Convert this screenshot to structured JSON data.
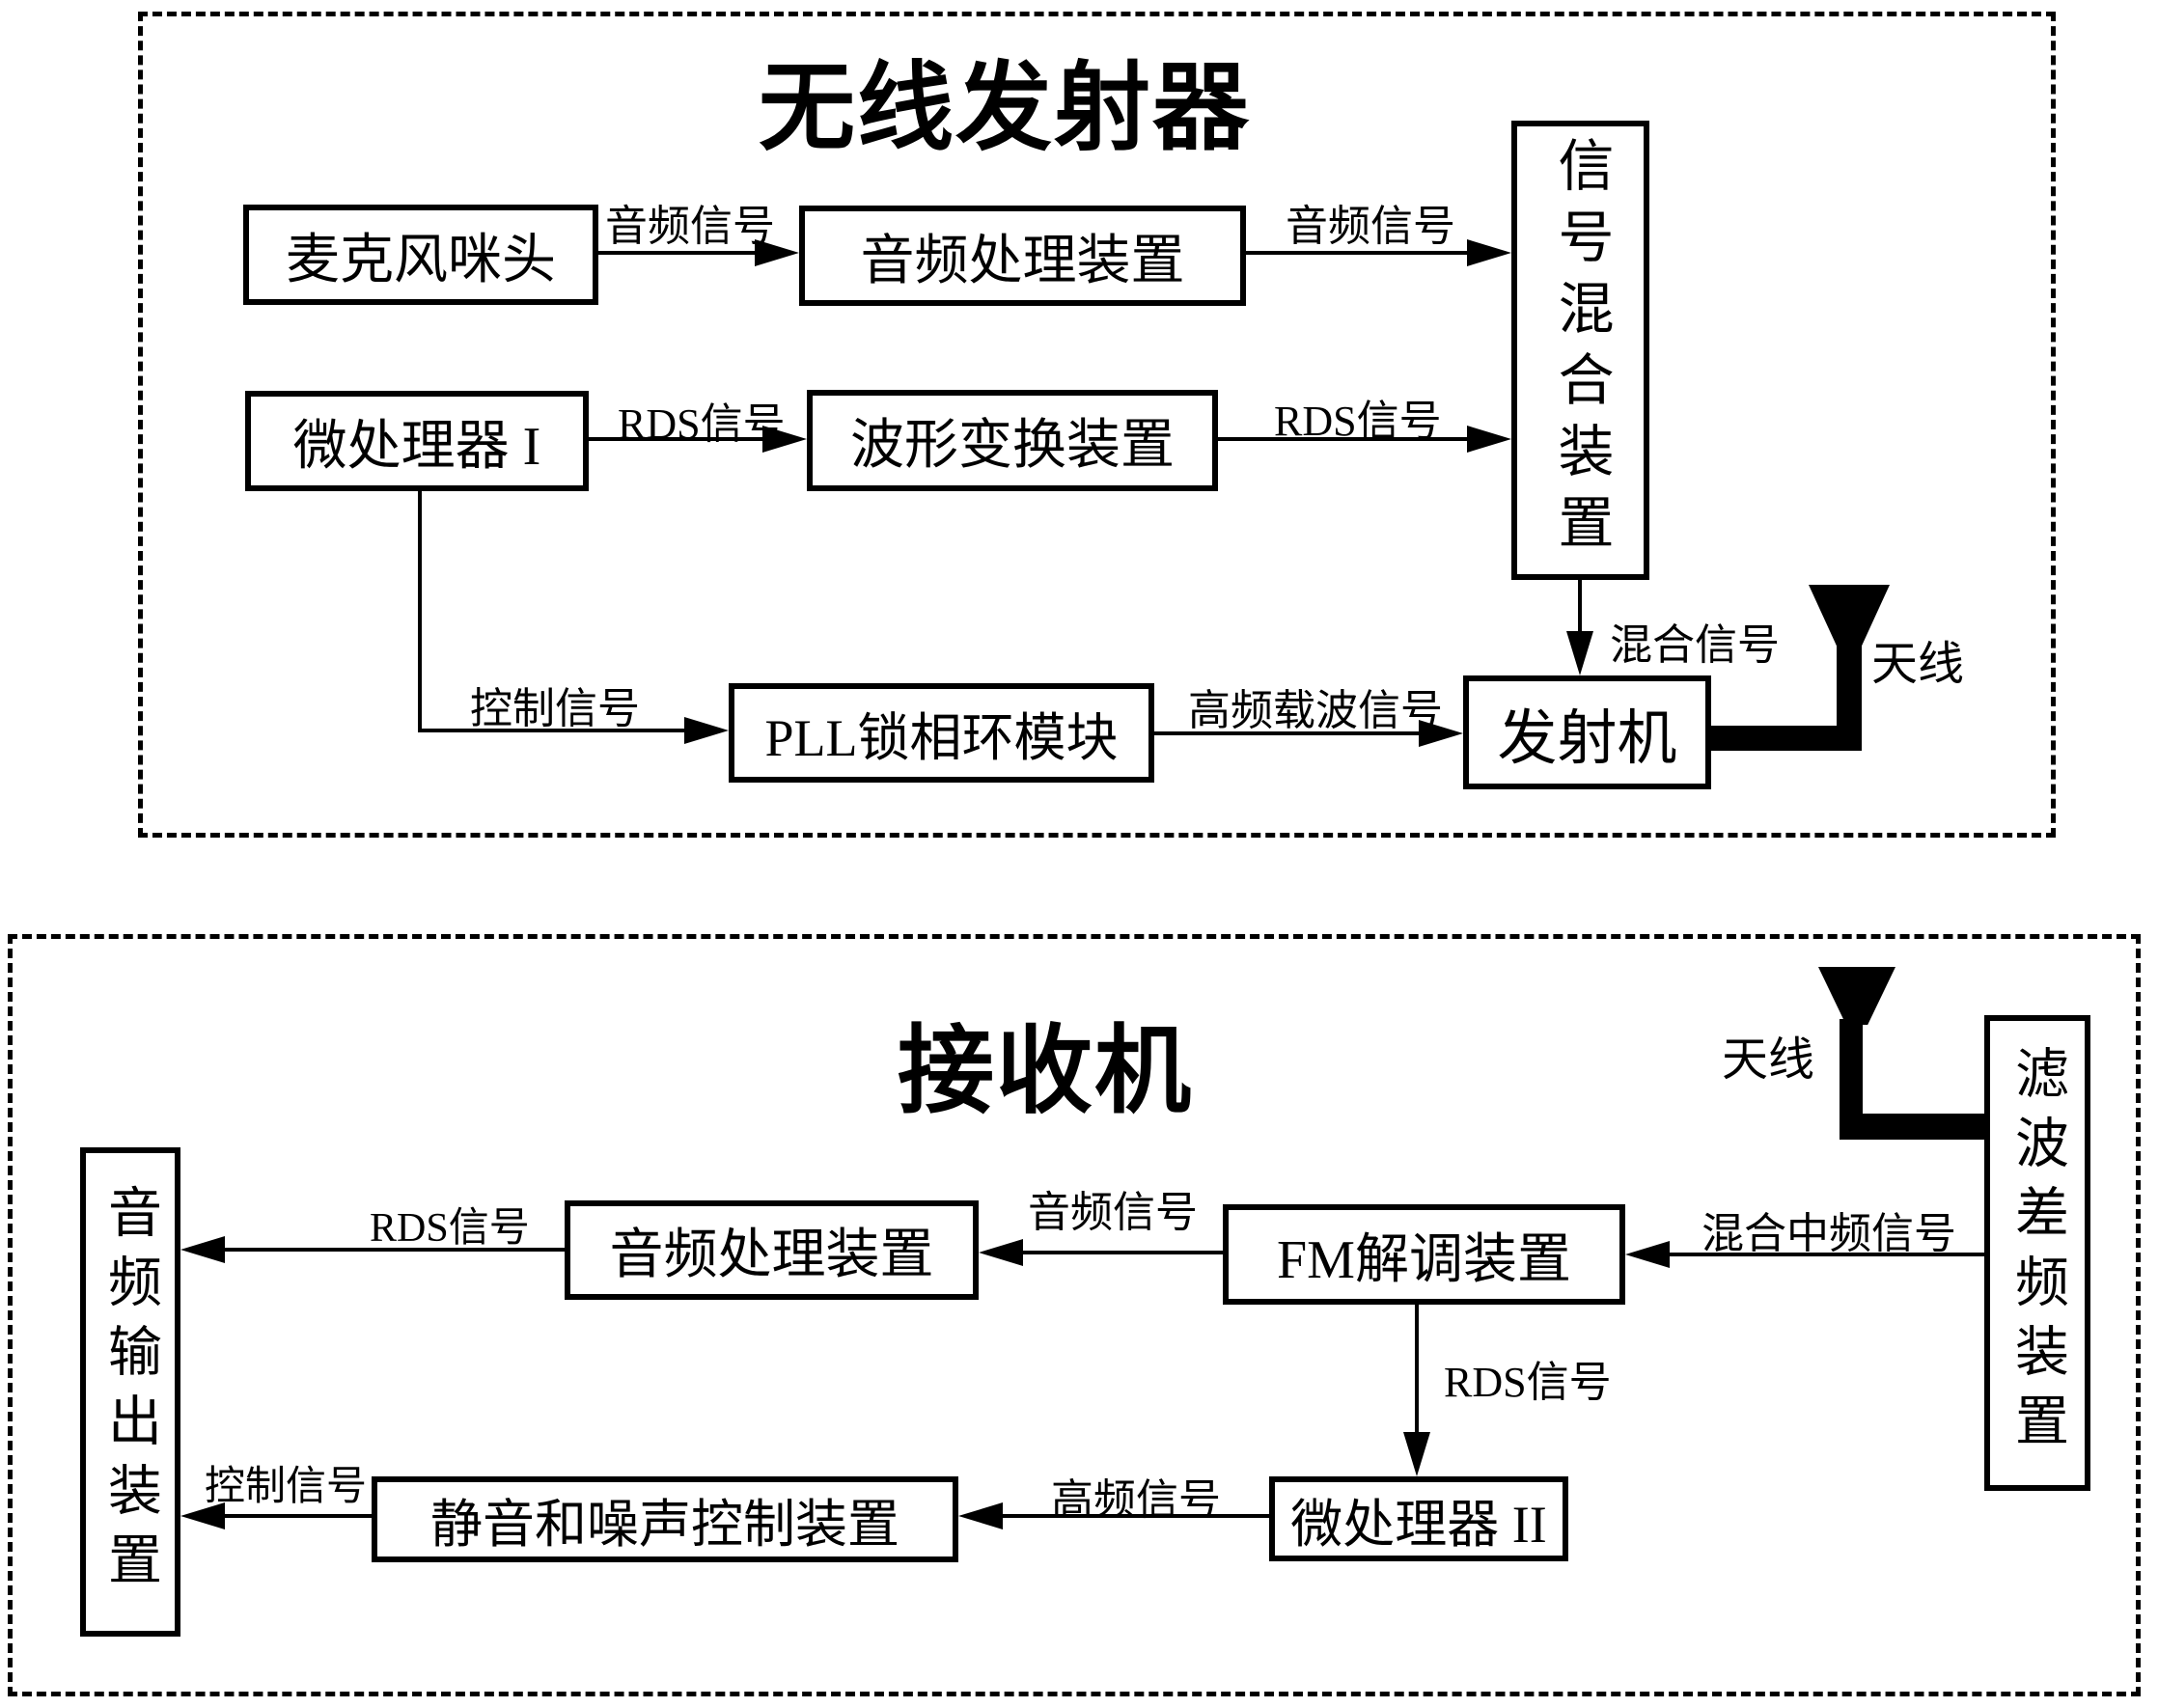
{
  "transmitter": {
    "title": "无线发射器",
    "blocks": {
      "mic": "麦克风咪头",
      "audio_processor": "音频处理装置",
      "signal_mixer": "信号混合装置",
      "microprocessor1": "微处理器 I",
      "waveform_converter": "波形变换装置",
      "pll_module": "PLL锁相环模块",
      "transmitter_unit": "发射机"
    },
    "labels": {
      "audio_signal_1": "音频信号",
      "audio_signal_2": "音频信号",
      "rds_signal_1": "RDS信号",
      "rds_signal_2": "RDS信号",
      "control_signal": "控制信号",
      "hf_carrier_signal": "高频载波信号",
      "mixed_signal": "混合信号",
      "antenna": "天线"
    }
  },
  "receiver": {
    "title": "接收机",
    "blocks": {
      "audio_output": "音频输出装置",
      "audio_processor": "音频处理装置",
      "fm_demodulator": "FM解调装置",
      "filter_mixer": "滤波差频装置",
      "microprocessor2": "微处理器 II",
      "mute_noise_control": "静音和噪声控制装置"
    },
    "labels": {
      "antenna": "天线",
      "mixed_if_signal": "混合中频信号",
      "audio_signal": "音频信号",
      "rds_signal_left": "RDS信号",
      "rds_signal_down": "RDS信号",
      "hf_signal": "高频信号",
      "control_signal": "控制信号"
    }
  },
  "colors": {
    "ink": "#000000",
    "background": "#ffffff"
  }
}
